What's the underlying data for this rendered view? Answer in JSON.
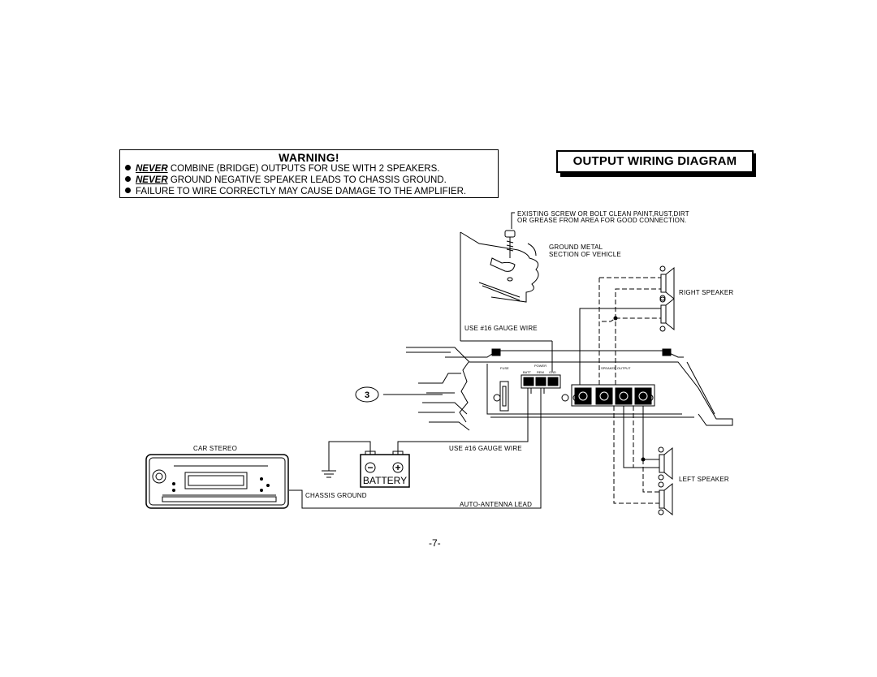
{
  "warning": {
    "title": "WARNING!",
    "lines": [
      {
        "emphasis": "NEVER",
        "text": " COMBINE (BRIDGE) OUTPUTS FOR USE WITH 2 SPEAKERS."
      },
      {
        "emphasis": "NEVER",
        "text": " GROUND NEGATIVE SPEAKER LEADS TO CHASSIS GROUND."
      },
      {
        "emphasis": "",
        "text": "FAILURE TO WIRE CORRECTLY MAY CAUSE DAMAGE TO THE AMPLIFIER."
      }
    ]
  },
  "title": "OUTPUT WIRING DIAGRAM",
  "labels": {
    "screw_line1": "EXISTING SCREW OR BOLT CLEAN PAINT,RUST,DIRT",
    "screw_line2": "OR GREASE FROM AREA FOR GOOD CONNECTION.",
    "ground_line1": "GROUND METAL",
    "ground_line2": "SECTION OF VEHICLE",
    "right_speaker": "RIGHT SPEAKER",
    "gauge_top": "USE #16 GAUGE WIRE",
    "gauge_bottom": "USE #16 GAUGE WIRE",
    "car_stereo": "CAR STEREO",
    "chassis_ground": "CHASSIS GROUND",
    "auto_antenna": "AUTO-ANTENNA LEAD",
    "left_speaker": "LEFT SPEAKER",
    "battery": "BATTERY",
    "callout": "3",
    "fuse": "FUSE",
    "power": "POWER",
    "batt": "BATT",
    "rem": "REM",
    "gnd": "GND",
    "speaker_output": "SPEAKER OUTPUT",
    "minus": "−",
    "plus": "+"
  },
  "page_number": "-7-"
}
